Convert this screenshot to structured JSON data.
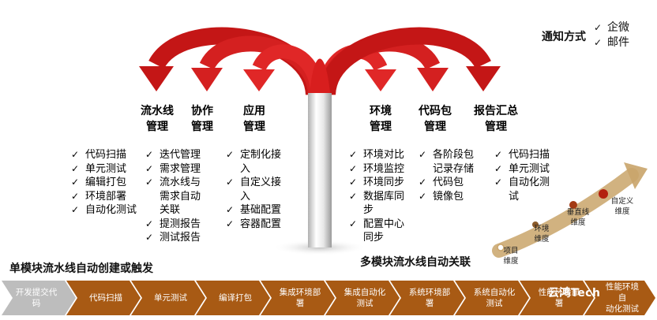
{
  "modules": [
    {
      "lines": [
        "流水线",
        "管理"
      ],
      "items": [
        "代码扫描",
        "单元测试",
        "编辑打包",
        "环境部署",
        "自动化测试"
      ]
    },
    {
      "lines": [
        "协作",
        "管理"
      ],
      "items": [
        "迭代管理",
        "需求管理",
        "流水线与\n需求自动\n关联",
        "提测报告",
        "测试报告"
      ]
    },
    {
      "lines": [
        "应用",
        "管理"
      ],
      "items": [
        "定制化接\n入",
        "自定义接\n入",
        "基础配置",
        "容器配置"
      ]
    },
    {
      "lines": [
        "环境",
        "管理"
      ],
      "items": [
        "环境对比",
        "环境监控",
        "环境同步",
        "数据库同\n步",
        "配置中心\n同步"
      ]
    },
    {
      "lines": [
        "代码包",
        "管理"
      ],
      "items": [
        "各阶段包\n记录存储",
        "代码包",
        "镜像包"
      ]
    },
    {
      "lines": [
        "报告汇总",
        "管理"
      ],
      "items": [
        "代码扫描",
        "单元测试",
        "自动化测\n试"
      ]
    }
  ],
  "notification": {
    "title": "通知方式",
    "options": [
      "企微",
      "邮件"
    ]
  },
  "captions": {
    "multi": "多模块流水线自动关联",
    "single": "单模块流水线自动创建或触发"
  },
  "roadmap": [
    {
      "label": "项目\n维度"
    },
    {
      "label": "环境\n维度"
    },
    {
      "label": "垂直线\n维度"
    },
    {
      "label": "自定义\n维度"
    }
  ],
  "pipeline_steps": [
    "开发提交代\n码",
    "代码扫描",
    "单元测试",
    "编译打包",
    "集成环境部\n署",
    "集成自动化\n测试",
    "系统环境部\n署",
    "系统自动化\n测试",
    "性能环境部\n署",
    "性能环境自\n动化测试"
  ],
  "watermark": "云鸿Tech",
  "colors": {
    "arrow_red": "#d81e1e",
    "arrow_dark": "#8b0f0f",
    "step_brown": "#a85a14",
    "step_gray": "#bdbdbd",
    "curve_gold": "#c9a46a",
    "dot_red": "#b3200f"
  }
}
